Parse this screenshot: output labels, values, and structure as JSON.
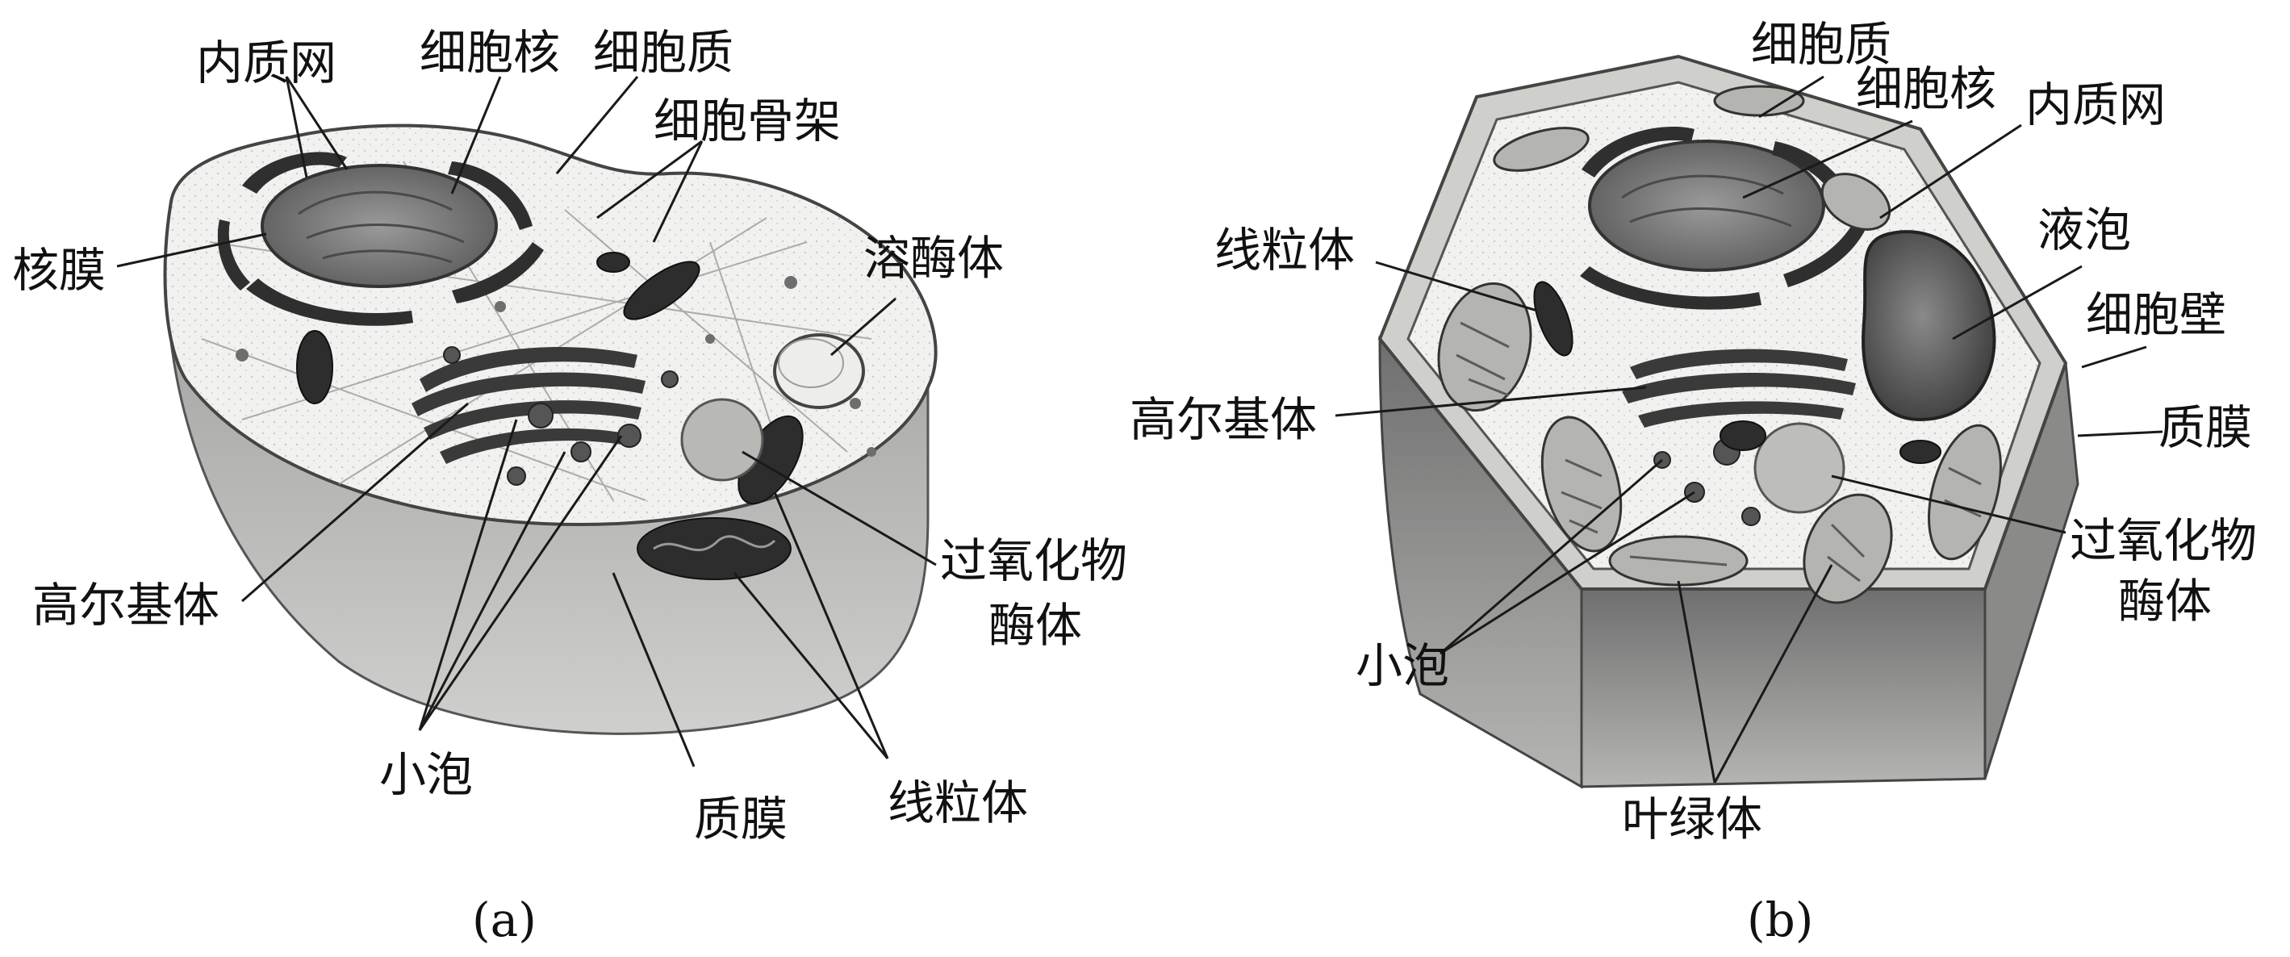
{
  "figure_a": {
    "caption": "(a)",
    "labels": {
      "er": "内质网",
      "nucleus": "细胞核",
      "cytoplasm": "细胞质",
      "cytoskeleton": "细胞骨架",
      "nuclear_membrane": "核膜",
      "lysosome": "溶酶体",
      "golgi": "高尔基体",
      "peroxisome_line1": "过氧化物",
      "peroxisome_line2": "酶体",
      "vesicle": "小泡",
      "plasma_membrane": "质膜",
      "mitochondria": "线粒体"
    }
  },
  "figure_b": {
    "caption": "(b)",
    "labels": {
      "cytoplasm": "细胞质",
      "nucleus": "细胞核",
      "er": "内质网",
      "mitochondria": "线粒体",
      "vacuole": "液泡",
      "cell_wall": "细胞壁",
      "golgi": "高尔基体",
      "plasma_membrane": "质膜",
      "peroxisome_line1": "过氧化物",
      "peroxisome_line2": "酶体",
      "vesicle": "小泡",
      "chloroplast": "叶绿体"
    }
  }
}
